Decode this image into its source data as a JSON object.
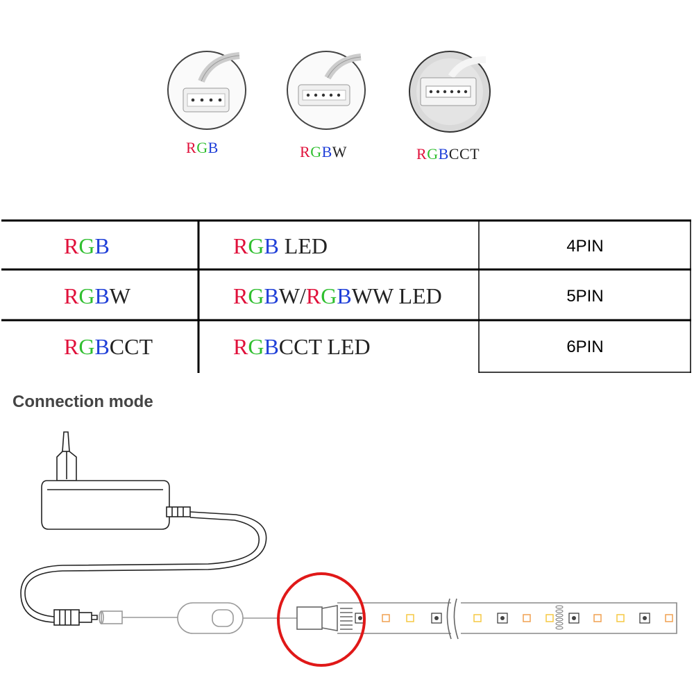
{
  "connectors": [
    {
      "label": "RGB",
      "parts": [
        {
          "t": "R",
          "c": "#e0103a"
        },
        {
          "t": "G",
          "c": "#2fbf2f"
        },
        {
          "t": "B",
          "c": "#1f3fd8"
        }
      ],
      "pins": 4
    },
    {
      "label": "RGBW",
      "parts": [
        {
          "t": "R",
          "c": "#e0103a"
        },
        {
          "t": "G",
          "c": "#2fbf2f"
        },
        {
          "t": "B",
          "c": "#1f3fd8"
        },
        {
          "t": "W",
          "c": "#222222"
        }
      ],
      "pins": 5
    },
    {
      "label": "RGBCCT",
      "parts": [
        {
          "t": "R",
          "c": "#e0103a"
        },
        {
          "t": "G",
          "c": "#2fbf2f"
        },
        {
          "t": "B",
          "c": "#1f3fd8"
        },
        {
          "t": "CCT",
          "c": "#222222"
        }
      ],
      "pins": 6
    }
  ],
  "table": {
    "rows": [
      {
        "type": [
          {
            "t": "R",
            "c": "#e0103a"
          },
          {
            "t": "G",
            "c": "#2fbf2f"
          },
          {
            "t": "B",
            "c": "#1f3fd8"
          }
        ],
        "strip": [
          {
            "t": "R",
            "c": "#e0103a"
          },
          {
            "t": "G",
            "c": "#2fbf2f"
          },
          {
            "t": "B",
            "c": "#1f3fd8"
          },
          {
            "t": " LED",
            "c": "#222222"
          }
        ],
        "pins": "4PIN"
      },
      {
        "type": [
          {
            "t": "R",
            "c": "#e0103a"
          },
          {
            "t": "G",
            "c": "#2fbf2f"
          },
          {
            "t": "B",
            "c": "#1f3fd8"
          },
          {
            "t": "W",
            "c": "#222222"
          }
        ],
        "strip": [
          {
            "t": "R",
            "c": "#e0103a"
          },
          {
            "t": "G",
            "c": "#2fbf2f"
          },
          {
            "t": "B",
            "c": "#1f3fd8"
          },
          {
            "t": "W/",
            "c": "#222222"
          },
          {
            "t": "R",
            "c": "#e0103a"
          },
          {
            "t": "G",
            "c": "#2fbf2f"
          },
          {
            "t": "B",
            "c": "#1f3fd8"
          },
          {
            "t": "WW LED",
            "c": "#222222"
          }
        ],
        "pins": "5PIN"
      },
      {
        "type": [
          {
            "t": "R",
            "c": "#e0103a"
          },
          {
            "t": "G",
            "c": "#2fbf2f"
          },
          {
            "t": "B",
            "c": "#1f3fd8"
          },
          {
            "t": "CCT",
            "c": "#222222"
          }
        ],
        "strip": [
          {
            "t": "R",
            "c": "#e0103a"
          },
          {
            "t": "G",
            "c": "#2fbf2f"
          },
          {
            "t": "B",
            "c": "#1f3fd8"
          },
          {
            "t": "CCT LED",
            "c": "#222222"
          }
        ],
        "pins": "6PIN"
      }
    ]
  },
  "section_title": "Connection mode",
  "colors": {
    "highlight_circle": "#e01818",
    "line": "#222222",
    "led_warm": "#f0a050",
    "led_yellow": "#f5d76e"
  }
}
